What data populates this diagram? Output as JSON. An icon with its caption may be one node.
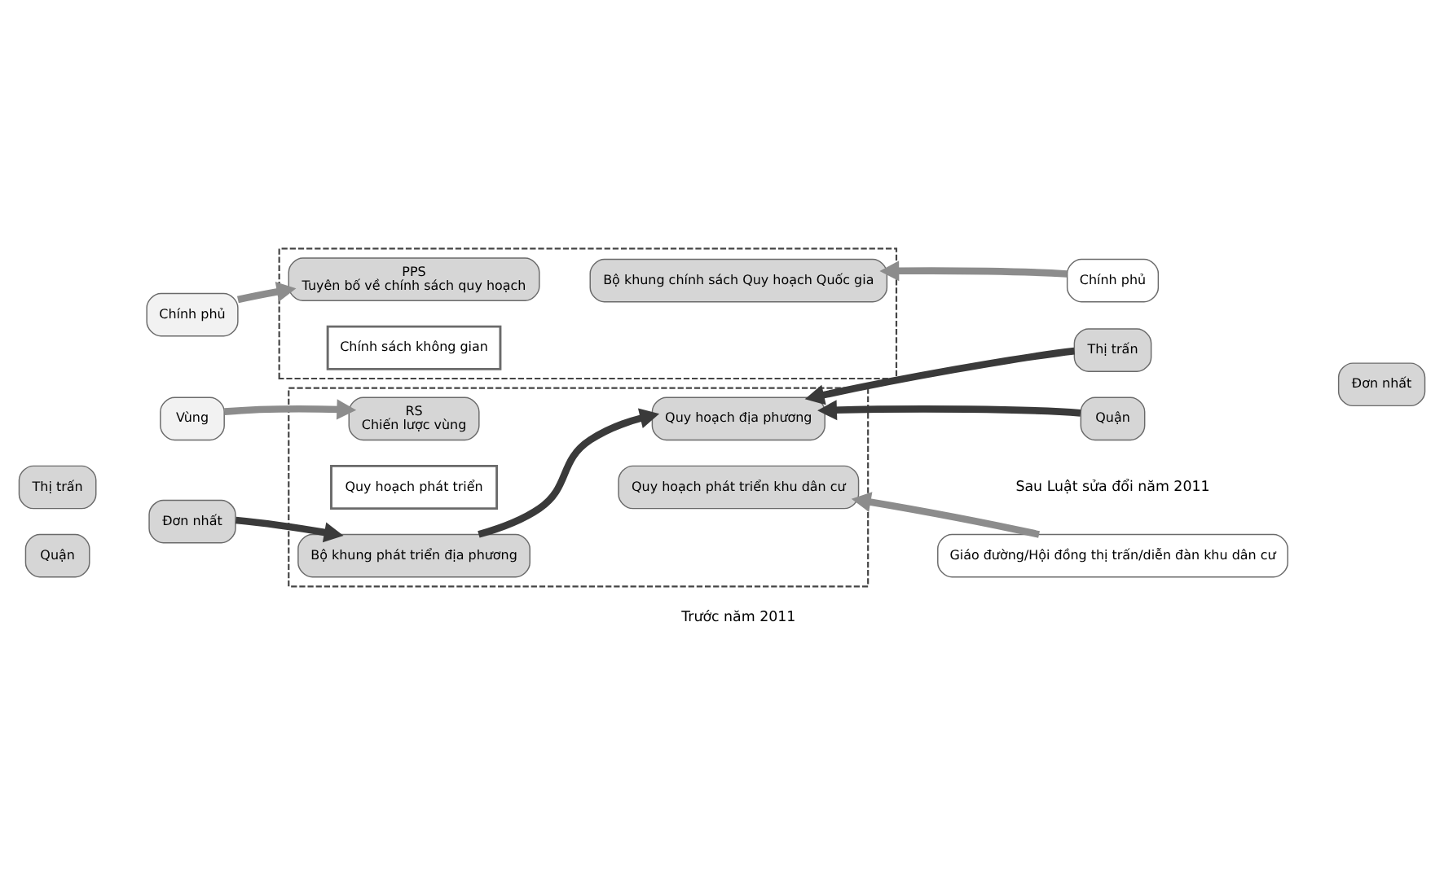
{
  "diagram": {
    "nodes": [
      {
        "text": [],
        "shape": "box"
      },
      {
        "text": [
          "Chính sách không gian"
        ],
        "in": 0
      },
      {
        "text": [
          "Chính phủ"
        ]
      },
      {
        "text": [
          "PPS",
          "Tuyên bố về chính sách quy hoạch"
        ],
        "in": 0
      },
      {
        "text": [
          "Bộ khung chính sách Quy hoạch Quốc gia"
        ],
        "in": 0
      },
      {
        "text": [
          "Chính phủ"
        ]
      },
      {
        "text": [],
        "shape": "box"
      },
      {
        "text": [
          "Vùng"
        ]
      },
      {
        "text": [
          "RS",
          "Chiến lược vùng"
        ],
        "in": 6
      },
      {
        "text": [
          "Thị trấn"
        ]
      },
      {
        "text": [
          "Đơn nhất"
        ]
      },
      {
        "text": [
          "Bộ khung phát triển địa phương"
        ],
        "in": 6
      },
      {
        "text": [
          "Quy hoạch địa phương"
        ],
        "in": 6
      },
      {
        "text": [
          "Thị trấn"
        ]
      },
      {
        "text": [
          "Đơn nhất"
        ]
      },
      {
        "text": [
          "Quận"
        ]
      },
      {
        "text": [
          "Quận"
        ]
      },
      {
        "text": [
          "Quy hoạch phát triển khu dân cư"
        ],
        "in": 6
      },
      {
        "text": [
          "Giáo đường/Hội đồng thị trấn/diễn đàn khu dân cư"
        ]
      },
      {
        "text": [
          "Quy hoạch phát triển"
        ],
        "in": 6
      }
    ],
    "edges": [
      {
        "from": 2,
        "to": 3,
        "arrow": "to",
        "color": "#8c8c8c"
      },
      {
        "from": 5,
        "to": 4,
        "arrow": "to",
        "color": "#8c8c8c"
      },
      {
        "from": 7,
        "to": 8,
        "arrow": "to",
        "color": "#8c8c8c"
      },
      {
        "from": 10,
        "to": 11,
        "arrow": "to",
        "color": "#3a3a3a"
      },
      {
        "from": 11,
        "to": 12,
        "arrow": "to",
        "color": "#3a3a3a"
      },
      {
        "from": 13,
        "to": 12,
        "arrow": "to",
        "color": "#3a3a3a"
      },
      {
        "from": 16,
        "to": 12,
        "arrow": "to",
        "color": "#3a3a3a"
      },
      {
        "from": 18,
        "to": 17,
        "arrow": "to",
        "color": "#8c8c8c"
      }
    ],
    "labels": [
      "Trước năm 2011",
      "Sau Luật sửa đổi năm 2011"
    ]
  }
}
